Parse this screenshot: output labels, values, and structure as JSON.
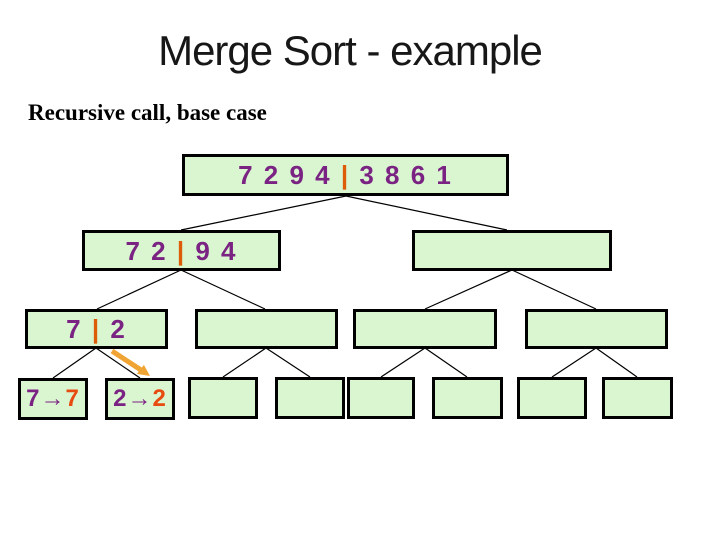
{
  "slide": {
    "title": "Merge Sort - example",
    "subtitle": "Recursive call, base case"
  },
  "tree": {
    "root": {
      "pre": "7 2 9 4 ",
      "sep": "|",
      "post": " 3 8 6 1"
    },
    "l2_left": {
      "pre": "7 2 ",
      "sep": "|",
      "post": " 9 4"
    },
    "l3_first": {
      "pre": "7 ",
      "sep": "|",
      "post": " 2"
    },
    "leaf1": {
      "value": "7",
      "arrow": "→",
      "result": "7"
    },
    "leaf2": {
      "value": "2",
      "arrow": "→",
      "result": "2"
    }
  },
  "colors": {
    "box_fill": "#d9f6d1",
    "box_border": "#000000",
    "digit_purple": "#7b2383",
    "separator_orange": "#dd5c07",
    "result_orange_red": "#e84b0f",
    "annotation_arrow_gold": "#f0a433",
    "connector_black": "#000000",
    "title_text": "#171717",
    "background": "#ffffff"
  }
}
